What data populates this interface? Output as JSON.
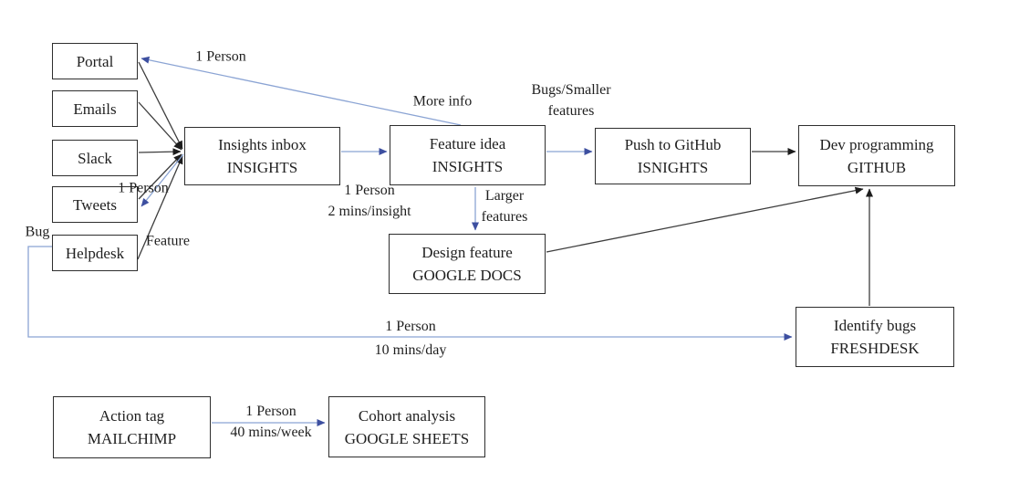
{
  "diagram": {
    "colors": {
      "background": "#ffffff",
      "box_border": "#2e2e2e",
      "text": "#1f1f1f",
      "black_line": "#3d3d3d",
      "black_arrow": "#1c1c1c",
      "blue_line": "#8ba4d4",
      "blue_arrow": "#3d4fa0"
    },
    "boxes": {
      "portal": {
        "title": "Portal"
      },
      "emails": {
        "title": "Emails"
      },
      "slack": {
        "title": "Slack"
      },
      "tweets": {
        "title": "Tweets"
      },
      "helpdesk": {
        "title": "Helpdesk"
      },
      "insights_inbox": {
        "title": "Insights inbox",
        "tool": "INSIGHTS"
      },
      "feature_idea": {
        "title": "Feature idea",
        "tool": "INSIGHTS"
      },
      "push_to_github": {
        "title": "Push to GitHub",
        "tool": "ISNIGHTS"
      },
      "dev_programming": {
        "title": "Dev programming",
        "tool": "GITHUB"
      },
      "design_feature": {
        "title": "Design feature",
        "tool": "GOOGLE DOCS"
      },
      "identify_bugs": {
        "title": "Identify bugs",
        "tool": "FRESHDESK"
      },
      "action_tag": {
        "title": "Action tag",
        "tool": "MAILCHIMP"
      },
      "cohort_analysis": {
        "title": "Cohort analysis",
        "tool": "GOOGLE SHEETS"
      }
    },
    "edge_labels": {
      "portal_feedback": {
        "line1": "1 Person"
      },
      "more_info": {
        "line1": "More info"
      },
      "bugs_smaller": {
        "line1": "Bugs/Smaller",
        "line2": "features"
      },
      "tweets_feedback": {
        "line1": "1 Person"
      },
      "feature": {
        "line1": "Feature"
      },
      "bug": {
        "line1": "Bug"
      },
      "insight_effort": {
        "line1": "1 Person",
        "line2": "2 mins/insight"
      },
      "larger_features": {
        "line1": "Larger",
        "line2": "features"
      },
      "bug_effort": {
        "line1": "1 Person",
        "line2": "10 mins/day"
      },
      "cohort_effort": {
        "line1": "1 Person",
        "line2": "40 mins/week"
      }
    }
  }
}
